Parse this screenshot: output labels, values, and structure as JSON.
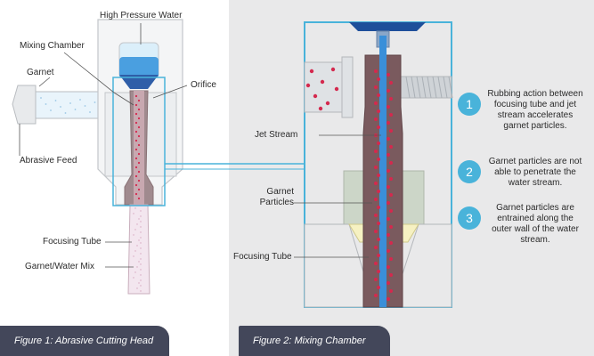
{
  "labels": {
    "high_pressure_water": "High Pressure Water",
    "mixing_chamber": "Mixing Chamber",
    "garnet": "Garnet",
    "orifice": "Orifice",
    "abrasive_feed": "Abrasive Feed",
    "focusing_tube_left": "Focusing Tube",
    "garnet_water_mix": "Garnet/Water Mix",
    "jet_stream": "Jet Stream",
    "garnet_particles": "Garnet\nParticles",
    "focusing_tube_right": "Focusing Tube"
  },
  "steps": [
    {
      "number": "1",
      "text": "Rubbing action between focusing tube and jet stream accelerates garnet particles."
    },
    {
      "number": "2",
      "text": "Garnet particles are not able to penetrate the water stream."
    },
    {
      "number": "3",
      "text": "Garnet particles are entrained along the outer wall of the water stream."
    }
  ],
  "captions": {
    "figure1": "Figure 1: Abrasive Cutting Head",
    "figure2": "Figure 2: Mixing Chamber"
  },
  "colors": {
    "accent": "#49b3da",
    "caption_bg": "#43475a",
    "tube_brown": "#7a5a5e",
    "particle": "#d4294e",
    "water": "#3a8fd9"
  }
}
